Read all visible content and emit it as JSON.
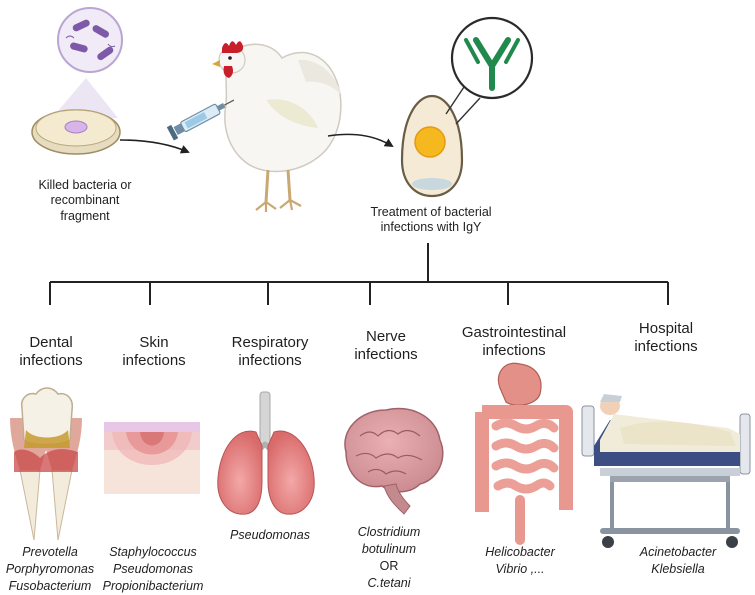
{
  "steps": {
    "antigen": [
      "Killed bacteria or",
      "recombinant",
      "fragment"
    ],
    "treatment": [
      "Treatment of bacterial",
      "infections with IgY"
    ]
  },
  "categories": [
    {
      "title": [
        "Dental",
        "infections"
      ],
      "organisms": [
        "Prevotella",
        "Porphyromonas",
        "Fusobacterium"
      ]
    },
    {
      "title": [
        "Skin",
        "infections"
      ],
      "organisms": [
        "Staphylococcus",
        "Pseudomonas",
        "Propionibacterium"
      ]
    },
    {
      "title": [
        "Respiratory",
        "infections"
      ],
      "organisms": [
        "Pseudomonas"
      ]
    },
    {
      "title": [
        "Nerve",
        "infections"
      ],
      "organisms": [
        "Clostridium",
        "botulinum",
        "OR",
        "C.tetani"
      ]
    },
    {
      "title": [
        "Gastrointestinal",
        "infections"
      ],
      "organisms": [
        "Helicobacter",
        "Vibrio ,..."
      ]
    },
    {
      "title": [
        "Hospital",
        "infections"
      ],
      "organisms": [
        "Acinetobacter",
        "Klebsiella"
      ]
    }
  ],
  "colors": {
    "connector": "#222222",
    "petri": "#efe3bf",
    "bacteria": "#7d5aa8",
    "antibody": "#1f8a4c",
    "yolk": "#f6b81f",
    "tissue": "#e98a8a"
  },
  "icons": [
    "petri-dish-icon",
    "bacteria-icon",
    "hen-icon",
    "syringe-icon",
    "egg-icon",
    "antibody-icon",
    "tooth-icon",
    "skin-layers-icon",
    "lungs-icon",
    "brain-icon",
    "intestine-icon",
    "hospital-bed-icon"
  ]
}
